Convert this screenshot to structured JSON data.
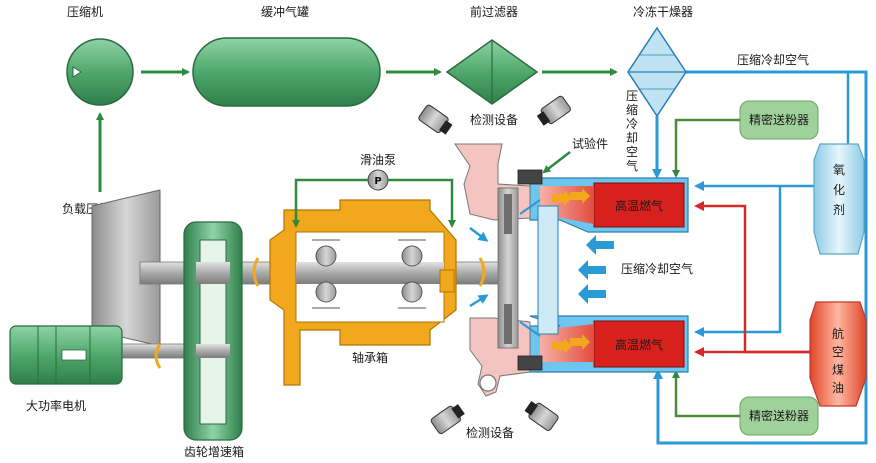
{
  "labels": {
    "compressor": "压缩机",
    "buffer_tank": "缓冲气罐",
    "pre_filter": "前过滤器",
    "freeze_dryer": "冷冻干燥器",
    "compressed_cooling_air_top": "压缩冷却空气",
    "compressed_cooling_air_vertical": "压缩冷却空气",
    "compressed_cooling_air_center": "压缩冷却空气",
    "load_compressor": "负载压气机",
    "oil_pump": "滑油泵",
    "oil_pump_symbol": "P",
    "detection_top": "检测设备",
    "detection_bottom": "检测设备",
    "test_piece": "试验件",
    "high_temp_gas_top": "高温燃气",
    "high_temp_gas_bottom": "高温燃气",
    "precision_feeder_top": "精密送粉器",
    "precision_feeder_bottom": "精密送粉器",
    "oxidizer": "氧化剂",
    "aviation_kerosene": "航空煤油",
    "bearing_box": "轴承箱",
    "large_motor": "大功率电机",
    "gearbox": "齿轮增速箱"
  },
  "colors": {
    "green_flow": "#2e8b3e",
    "blue_flow": "#2a9ad6",
    "red_flow": "#d62a2a",
    "equipment_green": "#5fb37c",
    "bearing_orange": "#f2a81d",
    "combustor_red": "#d8201c",
    "shaft_gray": "#a8a8a8",
    "feeder_green": "#9fd19a",
    "oxidizer_blue": "#bfe6f5",
    "kerosene_red": "#ee5f42"
  }
}
